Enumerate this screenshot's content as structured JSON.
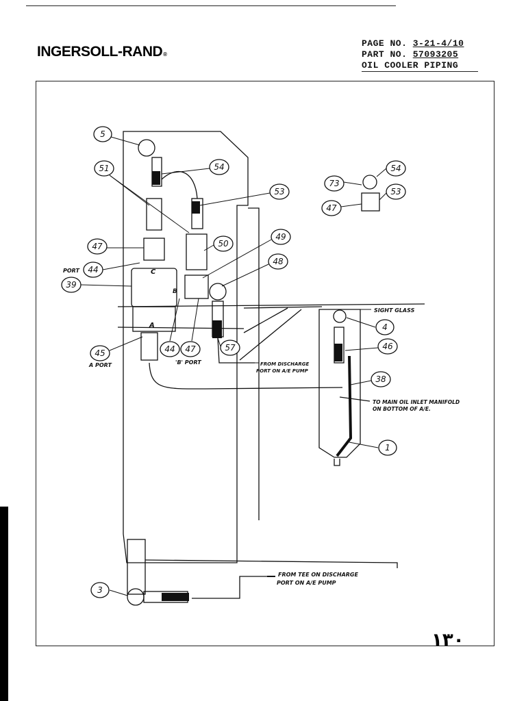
{
  "header": {
    "brand": "INGERSOLL-RAND",
    "brand_mark": "®",
    "page_label": "PAGE NO.",
    "page_value": "3-21-4/10",
    "part_label": "PART NO.",
    "part_value": "57093205",
    "title": "OIL COOLER PIPING"
  },
  "callouts": [
    "5",
    "51",
    "54",
    "53",
    "47",
    "50",
    "49",
    "48",
    "44",
    "39",
    "45",
    "44",
    "47",
    "57",
    "73",
    "54",
    "47",
    "53",
    "4",
    "46",
    "38",
    "1",
    "3"
  ],
  "port_labels": {
    "port": "PORT",
    "c": "C",
    "b": "B",
    "a": "A",
    "a_port": "A PORT",
    "b_port": "'B' PORT"
  },
  "notes": {
    "sight_glass": "SIGHT GLASS",
    "from_discharge_1": "FROM DISCHARGE",
    "from_discharge_2": "PORT ON A/E PUMP",
    "to_manifold_1": "TO MAIN OIL INLET MANIFOLD",
    "to_manifold_2": "ON BOTTOM OF A/E.",
    "from_tee_1": "FROM TEE ON DISCHARGE",
    "from_tee_2": "PORT ON A/E PUMP"
  },
  "page_number": "١٣٠"
}
